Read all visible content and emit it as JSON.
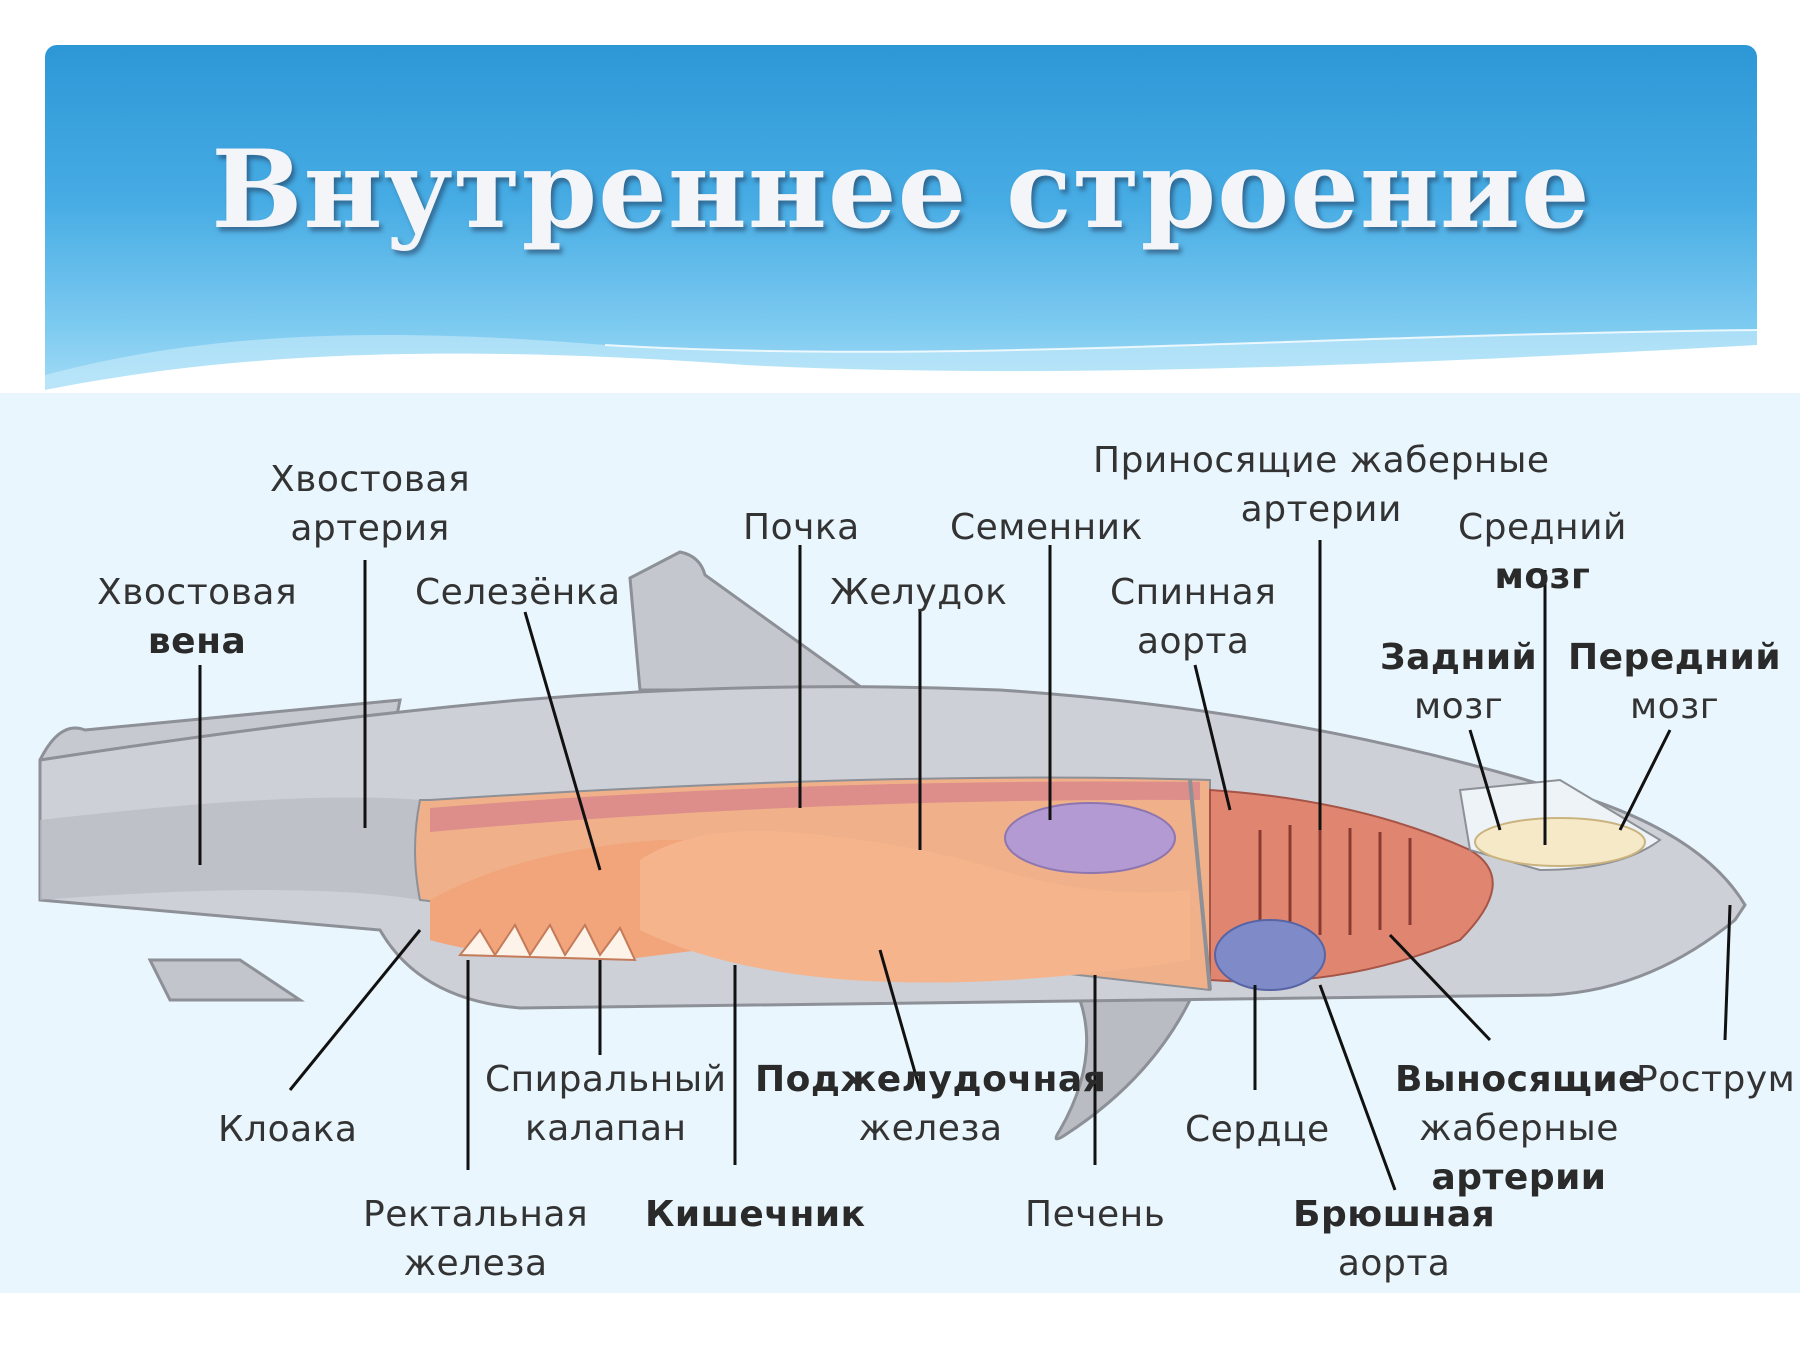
{
  "slide": {
    "title": "Внутреннее строение"
  },
  "colors": {
    "header_top": "#2d97d6",
    "header_bottom": "#a6dcf6",
    "panel_background": "#e9f6fd",
    "shark_body": "#c9ccd2",
    "organs": "#f2a77e",
    "heart": "#7d86c8",
    "gills": "#d9705e"
  },
  "labels": {
    "tail_artery_1": "Хвостовая",
    "tail_artery_2": "артерия",
    "tail_vein_1": "Хвостовая",
    "tail_vein_2": "вена",
    "spleen": "Селезёнка",
    "kidney": "Почка",
    "stomach": "Желудок",
    "testis": "Семенник",
    "dorsal_aorta_1": "Спинная",
    "dorsal_aorta_2": "аорта",
    "afferent_1": "Приносящие жаберные",
    "afferent_2": "артерии",
    "midbrain_1": "Средний",
    "midbrain_2": "мозг",
    "hindbrain_1": "Задний",
    "hindbrain_2": "мозг",
    "forebrain_1": "Передний",
    "forebrain_2": "мозг",
    "cloaca": "Клоака",
    "spiral_valve_1": "Спиральный",
    "spiral_valve_2": "калапан",
    "pancreas_1": "Поджелудочная",
    "pancreas_2": "железа",
    "heart": "Сердце",
    "efferent_1": "Выносящие",
    "efferent_2": "жаберные",
    "efferent_3": "артерии",
    "rostrum": "Рострум",
    "rectal_gland_1": "Ректальная",
    "rectal_gland_2": "железа",
    "intestine": "Кишечник",
    "liver": "Печень",
    "ventral_aorta_1": "Брюшная",
    "ventral_aorta_2": "аорта"
  }
}
